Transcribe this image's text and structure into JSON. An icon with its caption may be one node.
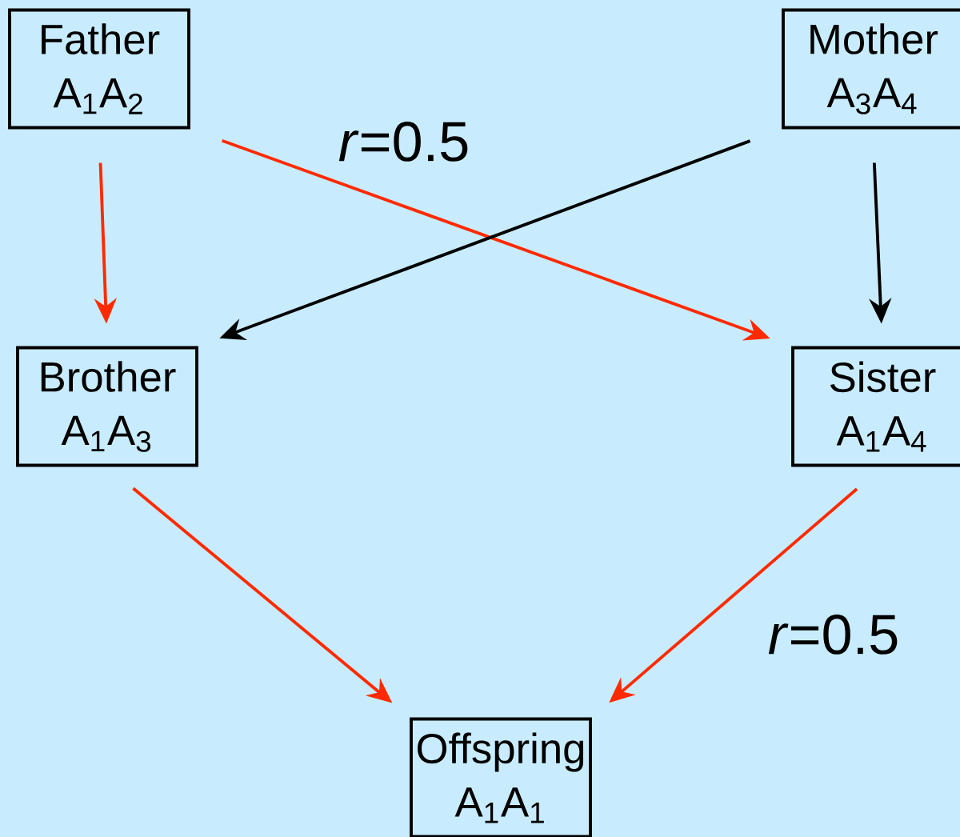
{
  "diagram": {
    "nodes": [
      {
        "text": [
          "Father",
          "A$_{1}$A$_{2}$"
        ]
      },
      {
        "text": [
          "Mother",
          "A$_{3}$A$_{4}$"
        ]
      },
      {
        "text": [
          "Brother",
          "A$_{1}$A$_{3}$"
        ]
      },
      {
        "text": [
          "Sister",
          "A$_{1}$A$_{4}$"
        ]
      },
      {
        "text": [
          "Offspring",
          "A$_{1}$A$_{1}$"
        ]
      }
    ],
    "edges": [
      {
        "from": 0,
        "to": 2,
        "arrow": "to"
      },
      {
        "from": 0,
        "to": 3,
        "arrow": "to"
      },
      {
        "from": 1,
        "to": 2,
        "arrow": "to",
        "color": "#000000"
      },
      {
        "from": 1,
        "to": 3,
        "arrow": "to",
        "color": "#000000"
      },
      {
        "from": 2,
        "to": 4,
        "arrow": "to"
      },
      {
        "from": 3,
        "to": 4,
        "arrow": "to"
      }
    ],
    "labels": [
      "*r*=0.5",
      "*r*=0.5"
    ]
  }
}
